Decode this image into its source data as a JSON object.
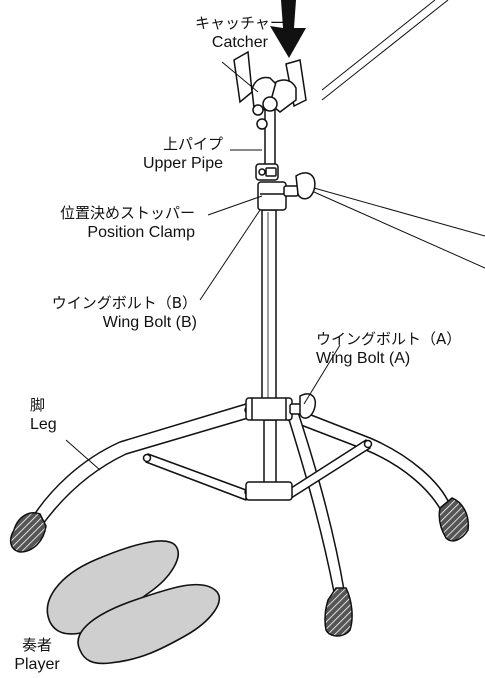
{
  "labels": {
    "catcher": {
      "ja": "キャッチャー",
      "en": "Catcher"
    },
    "upper_pipe": {
      "ja": "上パイプ",
      "en": "Upper Pipe"
    },
    "position_clamp": {
      "ja": "位置決めストッパー",
      "en": "Position Clamp"
    },
    "wing_bolt_b": {
      "ja": "ウイングボルト（B）",
      "en": "Wing Bolt (B)"
    },
    "wing_bolt_a": {
      "ja": "ウイングボルト（A）",
      "en": "Wing Bolt (A)"
    },
    "leg": {
      "ja": "脚",
      "en": "Leg"
    },
    "player": {
      "ja": "奏者",
      "en": "Player"
    }
  },
  "colors": {
    "line": "#111111",
    "footprint": "#cfcfcf",
    "metal": "#ffffff",
    "rubber": "#6e6e6e"
  }
}
